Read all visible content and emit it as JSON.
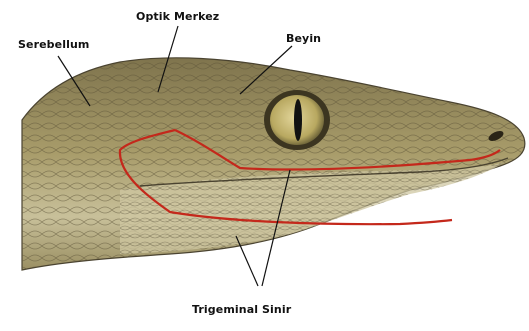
{
  "labels": {
    "cerebellum": "Serebellum",
    "optic_center": "Optik Merkez",
    "brain": "Beyin",
    "trigeminal": "Trigeminal Sinir"
  },
  "colors": {
    "background": "#ffffff",
    "head_skin": "#a89c6a",
    "head_shadow": "#7f744d",
    "jaw_light": "#c8c09a",
    "scale_line": "#5b5236",
    "nerve": "#c4281b",
    "eye_iris": "#b8a860",
    "pointer_line": "#111111"
  }
}
